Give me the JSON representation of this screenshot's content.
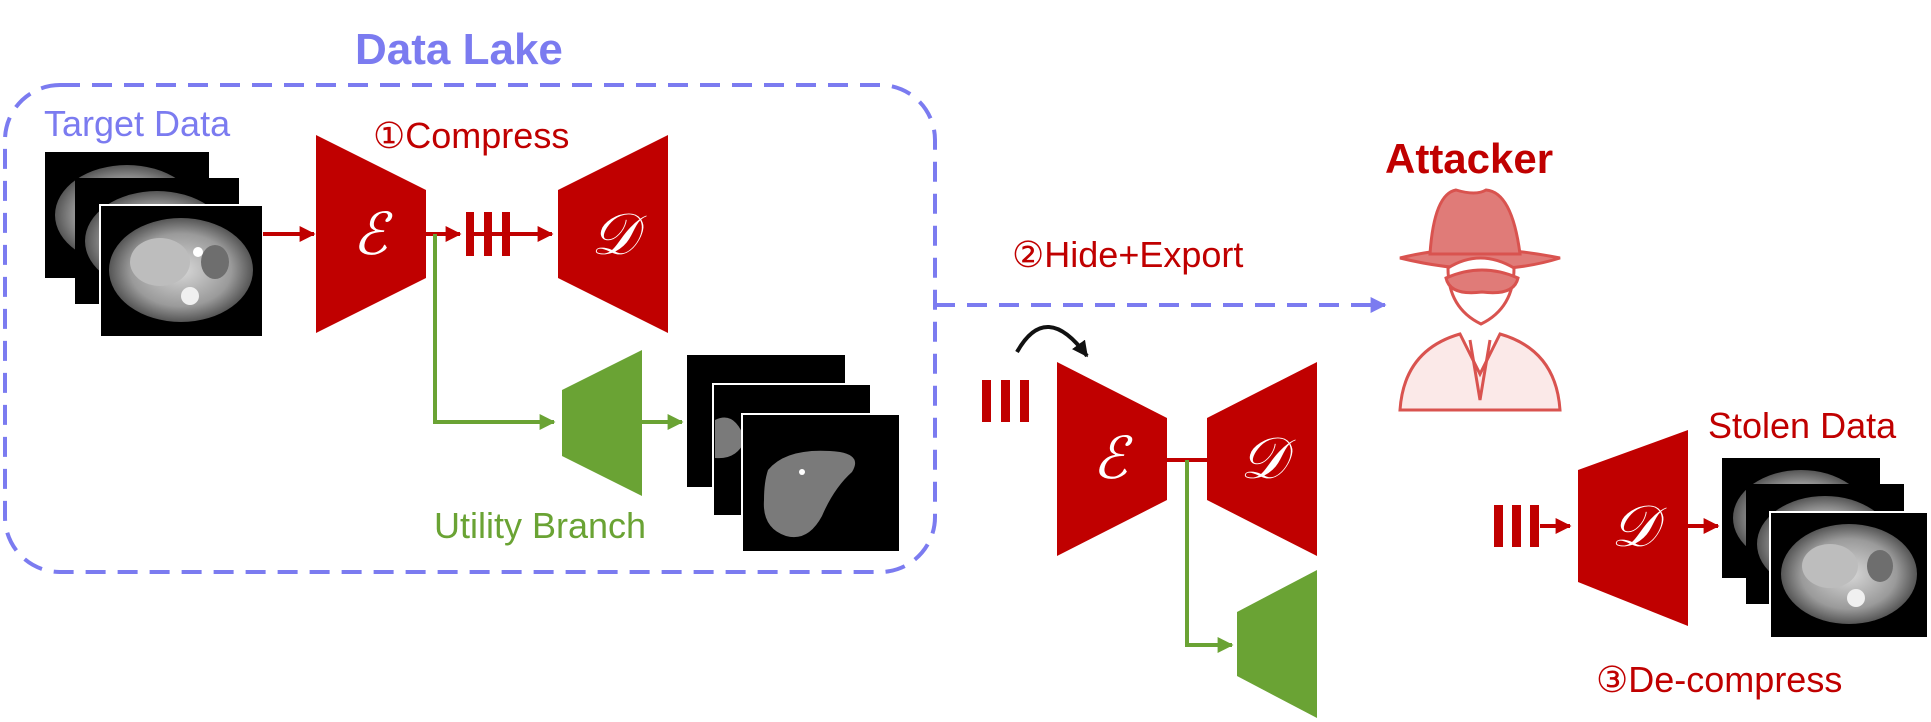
{
  "labels": {
    "data_lake": "Data Lake",
    "target_data": "Target Data",
    "compress": "①Compress",
    "utility_branch": "Utility Branch",
    "hide_export": "②Hide+Export",
    "attacker": "Attacker",
    "stolen_data": "Stolen Data",
    "decompress": "③De-compress"
  },
  "symbols": {
    "encoder": "ℰ",
    "decoder": "𝒟"
  },
  "colors": {
    "lake": "#7b7bf0",
    "model_red": "#c00000",
    "utility_green": "#6aa334",
    "image_bg": "#000000",
    "attacker_sketch": "#d9534f"
  },
  "icons": {
    "ct_scan": "ct-scan-icon",
    "segmentation_mask": "liver-mask-icon",
    "bitstream": "code-bars-icon",
    "attacker": "spy-icon",
    "loop": "curved-arrow-icon"
  }
}
